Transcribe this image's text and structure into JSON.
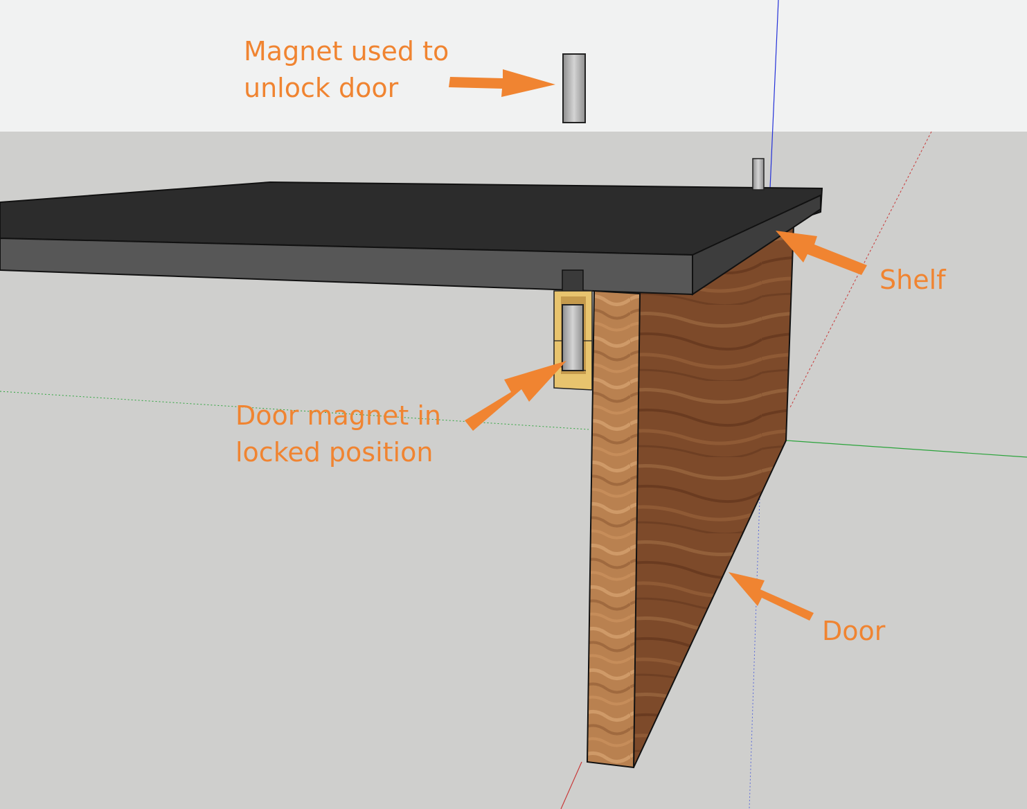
{
  "annotations": {
    "unlock_magnet": {
      "line1": "Magnet used to",
      "line2": "unlock door"
    },
    "door_magnet": {
      "line1": "Door magnet in",
      "line2": "locked position"
    },
    "shelf": "Shelf",
    "door": "Door"
  },
  "colors": {
    "annotation": "#f08431",
    "sky": "#f1f2f2",
    "ground": "#cfcfcd",
    "shelf_top": "#2c2c2c",
    "shelf_front": "#575757",
    "door_face": "#7d4a2a",
    "door_edge": "#b98150",
    "magnet": "#bdbdbd",
    "housing": "#e8c46e",
    "axis_blue": "#2330d8",
    "axis_red": "#c83a3a",
    "axis_green": "#2aa33a"
  }
}
